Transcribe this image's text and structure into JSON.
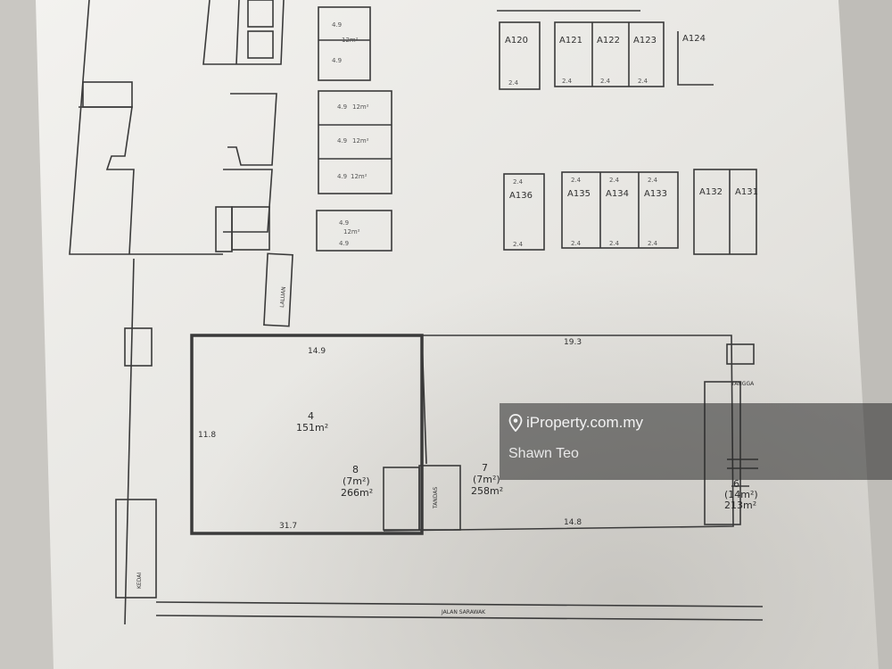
{
  "plan": {
    "lot_a120": "A120",
    "lot_a121": "A121",
    "lot_a122": "A122",
    "lot_a123": "A123",
    "lot_a124": "A124",
    "lot_a136": "A136",
    "lot_a135": "A135",
    "lot_a134": "A134",
    "lot_a133": "A133",
    "lot_a132": "A132",
    "lot_a131": "A131",
    "unit_4_number": "4",
    "unit_4_area": "151m²",
    "unit_8_number": "8",
    "unit_8_sub": "(7m²)",
    "unit_8_area": "266m²",
    "unit_7_number": "7",
    "unit_7_sub": "(7m²)",
    "unit_7_area": "258m²",
    "unit_6_number": "6",
    "unit_6_sub": "(14m²)",
    "unit_6_area": "213m²",
    "dim_top_left": "14.9",
    "dim_top_right": "19.3",
    "dim_bottom_left": "31.7",
    "dim_bottom_right": "14.8",
    "dim_left": "11.8",
    "label_tangga": "TANGGA",
    "label_tandas": "TANDAS",
    "label_laluan": "LALUAN",
    "label_kedai": "KEDAI",
    "label_jalan": "JALAN SARAWAK"
  },
  "watermark": {
    "brand": "iProperty.com.my",
    "agent": "Shawn Teo"
  },
  "colors": {
    "paper": "#ecebe8",
    "ink": "#3a3a3a",
    "shadow": "#b9b7b2"
  }
}
